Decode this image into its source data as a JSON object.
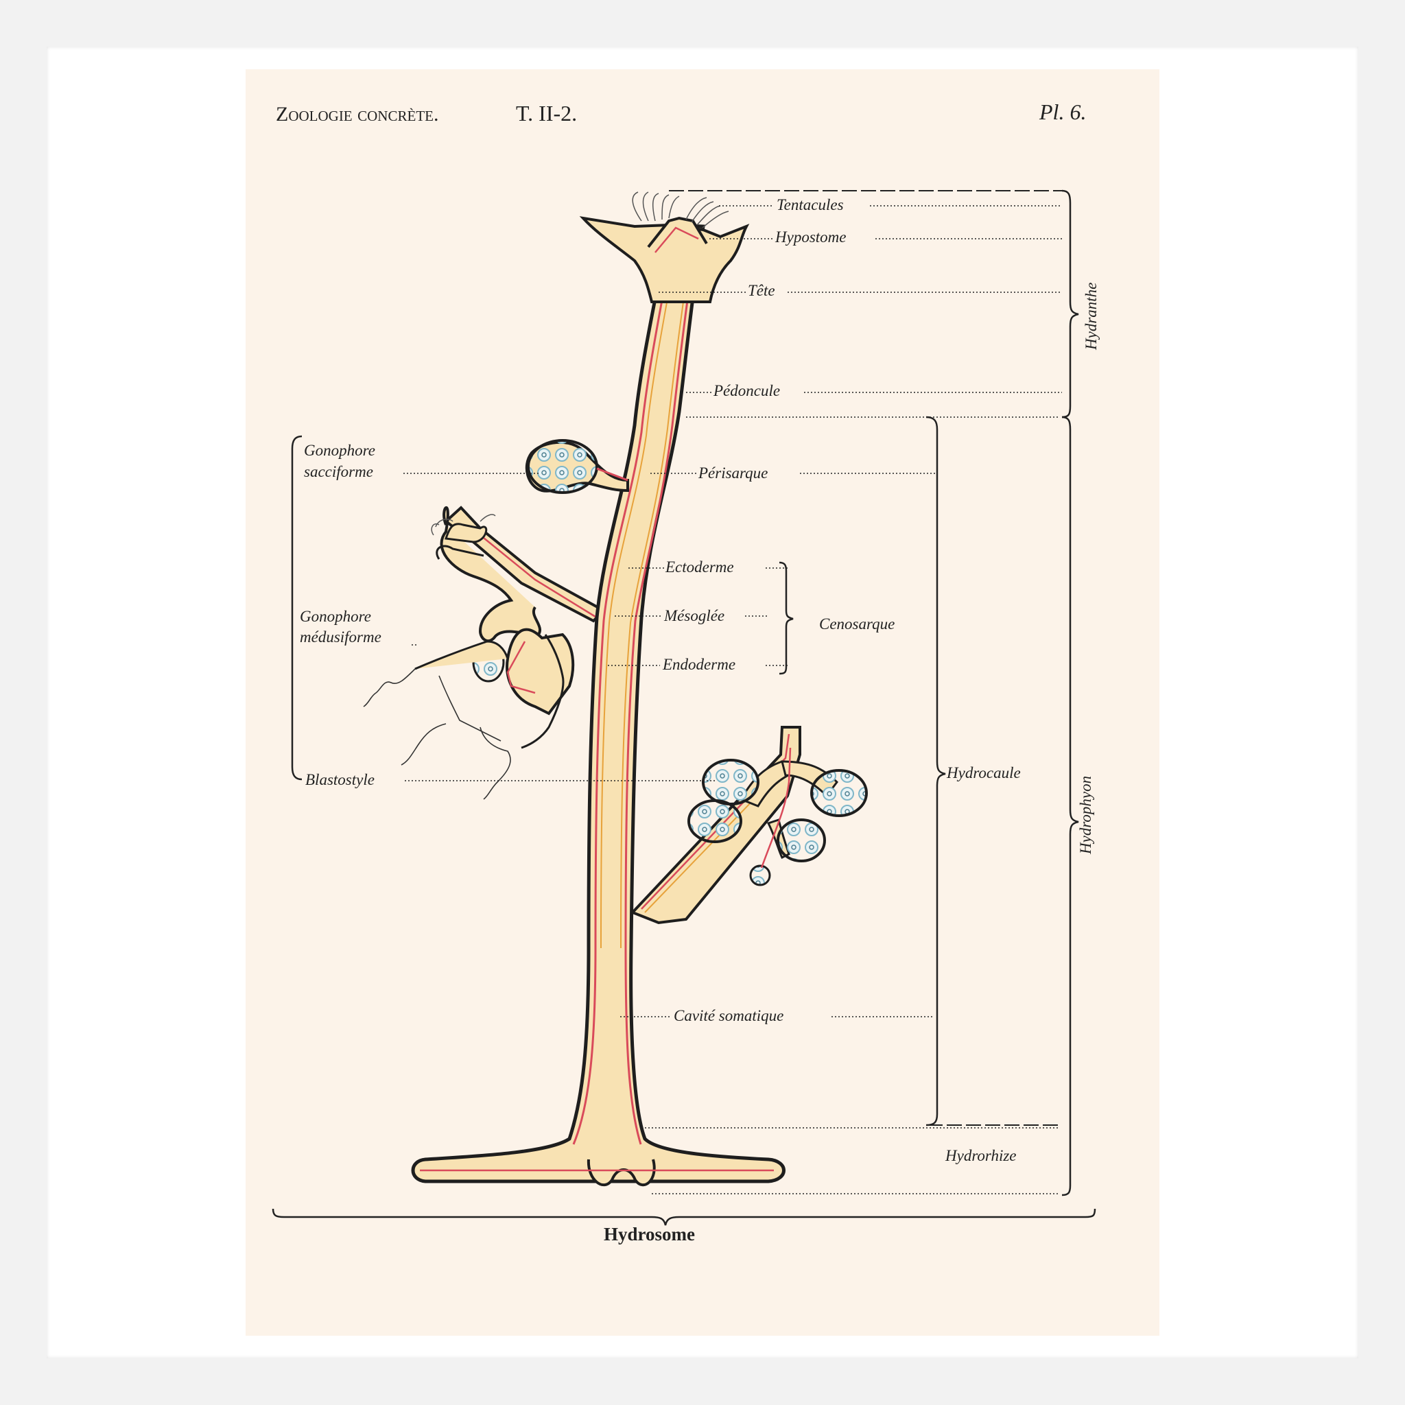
{
  "header": {
    "title_left": "Zoologie concrète.",
    "volume": "T. II-2.",
    "plate_number": "Pl. 6."
  },
  "labels": {
    "tentacules": "Tentacules",
    "hypostome": "Hypostome",
    "tete": "Tête",
    "pedoncule": "Pédoncule",
    "hydranthe": "Hydranthe",
    "gonophore_sacciforme_1": "Gonophore",
    "gonophore_sacciforme_2": "sacciforme",
    "perisarque": "Périsarque",
    "ectoderme": "Ectoderme",
    "mesoglee": "Mésoglée",
    "endoderme": "Endoderme",
    "cenosarque": "Cenosarque",
    "gonophore_medusiforme_1": "Gonophore",
    "gonophore_medusiforme_2": "médusiforme",
    "blastostyle": "Blastostyle",
    "hydrocaule": "Hydrocaule",
    "hydrophyon": "Hydrophyon",
    "cavite_somatique": "Cavité somatique",
    "hydrorhize": "Hydrorhize",
    "hydrosome": "Hydrosome"
  },
  "colors": {
    "plate_background": "#fcf3e9",
    "body_fill": "#f8e2b3",
    "ectoderm_line": "#d94a5a",
    "endoderm_line": "#e7a23b",
    "perisarc_line": "#1e1e1e",
    "gonad_cells": "#7fb6c8"
  }
}
